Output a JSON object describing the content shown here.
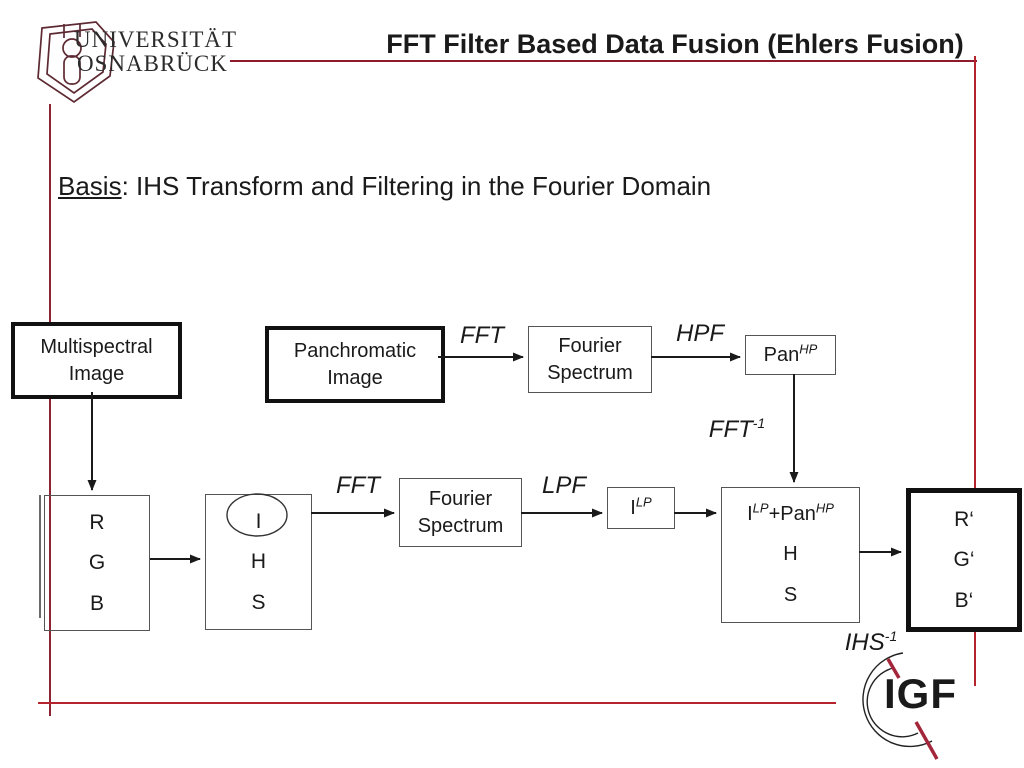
{
  "colors": {
    "accent_top_line": "#8e1b2b",
    "accent_left_line": "#8e2433",
    "accent_right_line": "#b5232d",
    "accent_bottom_line": "#b5232d",
    "seal_maroon": "#5d2a33",
    "text": "#1a1a1a"
  },
  "header": {
    "university_line1": "UNIVERSITÄT",
    "university_line2": "OSNABRÜCK",
    "title": "FFT Filter Based Data Fusion (Ehlers Fusion)"
  },
  "subtitle": {
    "label": "Basis",
    "rest": ": IHS Transform and Filtering in the Fourier Domain"
  },
  "diagram": {
    "boxes": {
      "multispectral": {
        "line1": "Multispectral",
        "line2": "Image"
      },
      "panchromatic": {
        "line1": "Panchromatic",
        "line2": "Image"
      },
      "fourier_top": {
        "line1": "Fourier",
        "line2": "Spectrum"
      },
      "pan_hp": {
        "base": "Pan",
        "sup": "HP"
      },
      "rgb": {
        "r": "R",
        "g": "G",
        "b": "B"
      },
      "ihs": {
        "i": "I",
        "h": "H",
        "s": "S"
      },
      "fourier_bottom": {
        "line1": "Fourier",
        "line2": "Spectrum"
      },
      "i_lp": {
        "base": "I",
        "sup": "LP"
      },
      "fusion": {
        "i_base": "I",
        "i_sup": "LP",
        "plus_pan": "+Pan",
        "pan_sup": "HP",
        "h": "H",
        "s": "S"
      },
      "rgb_out": {
        "r": "R‘",
        "g": "G‘",
        "b": "B‘"
      }
    },
    "labels": {
      "fft_top": "FFT",
      "hpf": "HPF",
      "fft_inv_base": "FFT",
      "fft_inv_sup": "-1",
      "fft_bottom": "FFT",
      "lpf": "LPF",
      "ihs_inv_base": "IHS",
      "ihs_inv_sup": "-1"
    }
  },
  "footer_logo": {
    "text": "IGF"
  }
}
